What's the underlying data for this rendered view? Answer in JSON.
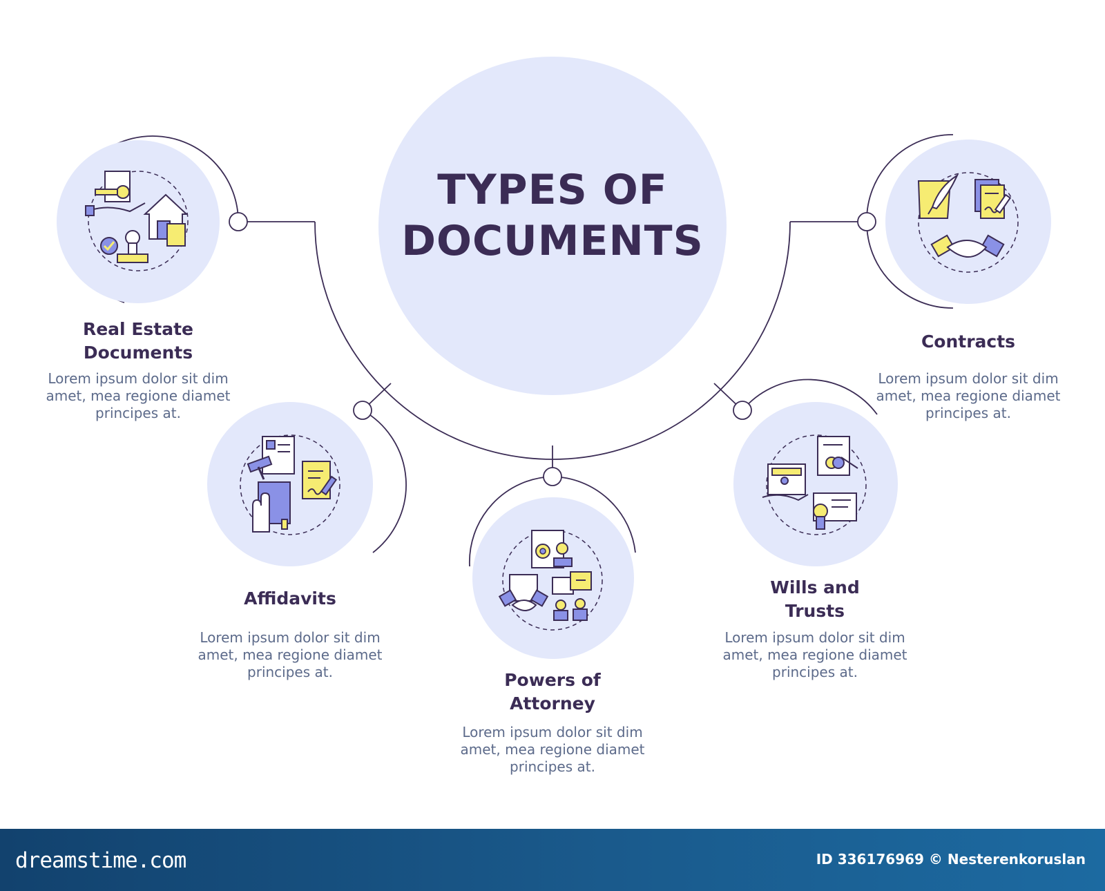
{
  "title": {
    "line1": "TYPES OF",
    "line2": "DOCUMENTS"
  },
  "items": [
    {
      "label_line1": "Real Estate",
      "label_line2": "Documents",
      "desc_line1": "Lorem ipsum dolor sit dim",
      "desc_line2": "amet, mea regione diamet",
      "desc_line3": "principes at.",
      "icons": [
        "key-document-icon",
        "house-icon",
        "stamp-icon",
        "checkmark-icon"
      ]
    },
    {
      "label_line1": "Affidavits",
      "label_line2": "",
      "desc_line1": "Lorem ipsum dolor sit dim",
      "desc_line2": "amet, mea regione diamet",
      "desc_line3": "principes at.",
      "icons": [
        "gavel-document-icon",
        "signed-document-icon",
        "oath-book-icon"
      ]
    },
    {
      "label_line1": "Powers of",
      "label_line2": "Attorney",
      "desc_line1": "Lorem ipsum dolor sit dim",
      "desc_line2": "amet, mea regione diamet",
      "desc_line3": "principes at.",
      "icons": [
        "stamped-document-icon",
        "handshake-document-icon",
        "consultation-icon"
      ]
    },
    {
      "label_line1": "Wills and",
      "label_line2": "Trusts",
      "desc_line1": "Lorem ipsum dolor sit dim",
      "desc_line2": "amet, mea regione diamet",
      "desc_line3": "principes at.",
      "icons": [
        "certificate-hand-icon",
        "document-rings-icon",
        "diploma-ribbon-icon"
      ]
    },
    {
      "label_line1": "Contracts",
      "label_line2": "",
      "desc_line1": "Lorem ipsum dolor sit dim",
      "desc_line2": "amet, mea regione diamet",
      "desc_line3": "principes at.",
      "icons": [
        "quill-scroll-icon",
        "signed-document-icon",
        "handshake-icon"
      ]
    }
  ],
  "footer": {
    "logo": "dreamstime.com",
    "credit": "ID 336176969 © Nesterenkoruslan"
  },
  "colors": {
    "circle_fill": "#e3e8fb",
    "line": "#3b2c55",
    "text_dark": "#3b2c55",
    "text_body": "#5c6a8a",
    "icon_yellow": "#f6ec72",
    "icon_blue": "#8a91e6",
    "footer_bg": "#1a5a8c"
  }
}
